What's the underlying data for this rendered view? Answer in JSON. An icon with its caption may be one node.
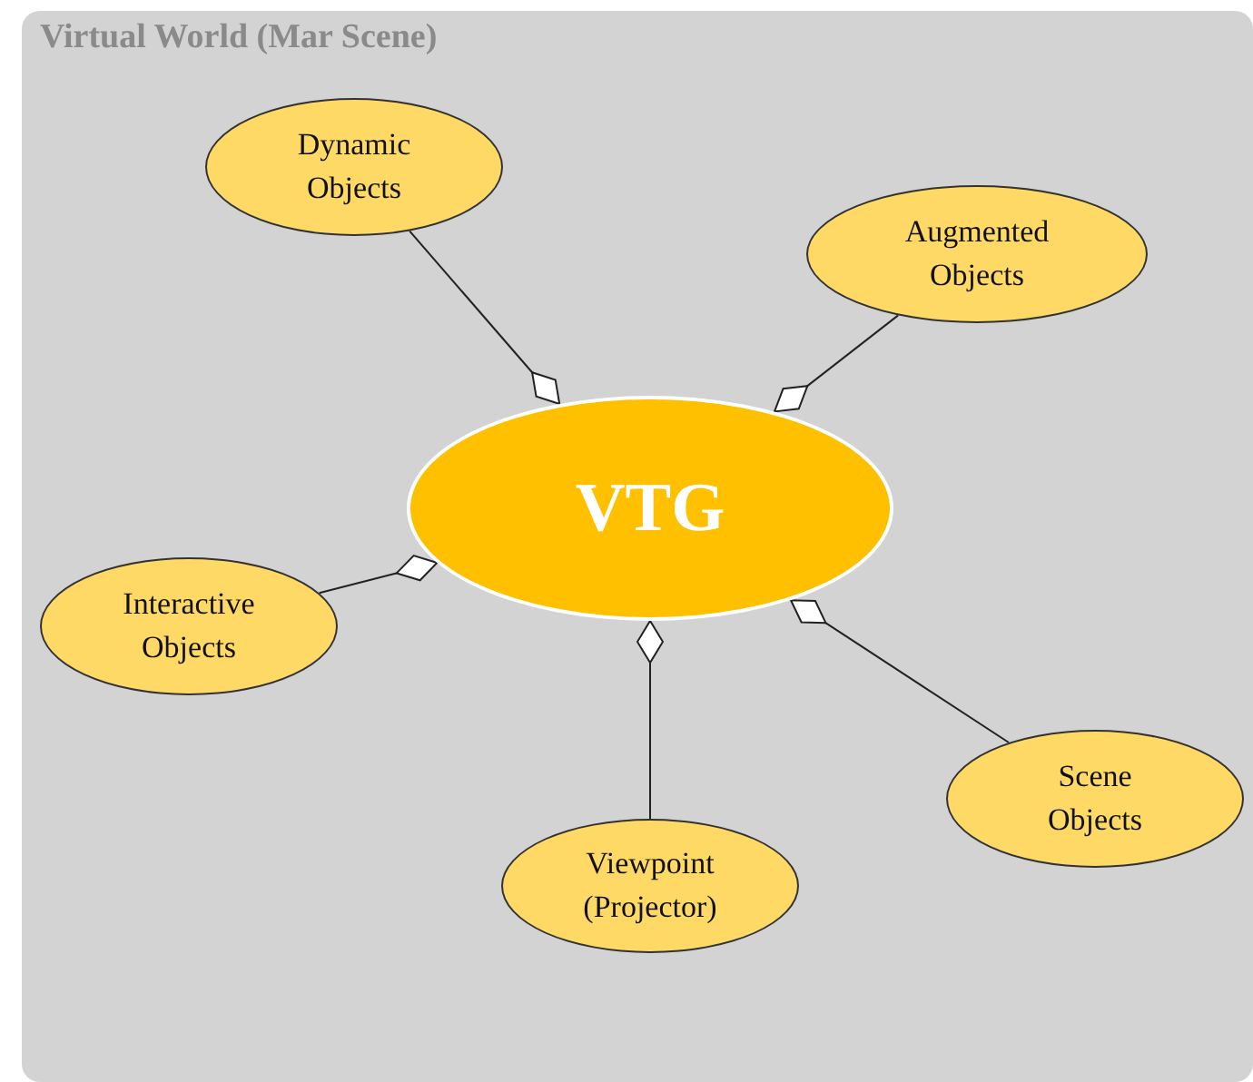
{
  "diagram": {
    "nodes": [
      {
        "text": [
          "Virtual World (Mar Scene)"
        ]
      },
      {
        "text": [
          "Dynamic Objects"
        ],
        "in": 0
      },
      {
        "text": [
          "Augmented Objects"
        ],
        "in": 0
      },
      {
        "text": [
          "VTG"
        ],
        "in": 0
      },
      {
        "text": [
          "Interactive Objects"
        ],
        "in": 0
      },
      {
        "text": [
          "Scene Objects"
        ],
        "in": 0
      },
      {
        "text": [
          "Viewpoint (Projector)"
        ],
        "in": 0
      }
    ],
    "edges": [
      {
        "from": 1,
        "to": 3,
        "arrow": "other"
      },
      {
        "from": 2,
        "to": 3,
        "arrow": "other"
      },
      {
        "from": 4,
        "to": 3,
        "arrow": "other"
      },
      {
        "from": 5,
        "to": 3,
        "arrow": "other"
      },
      {
        "from": 6,
        "to": 3,
        "arrow": "other"
      }
    ]
  }
}
